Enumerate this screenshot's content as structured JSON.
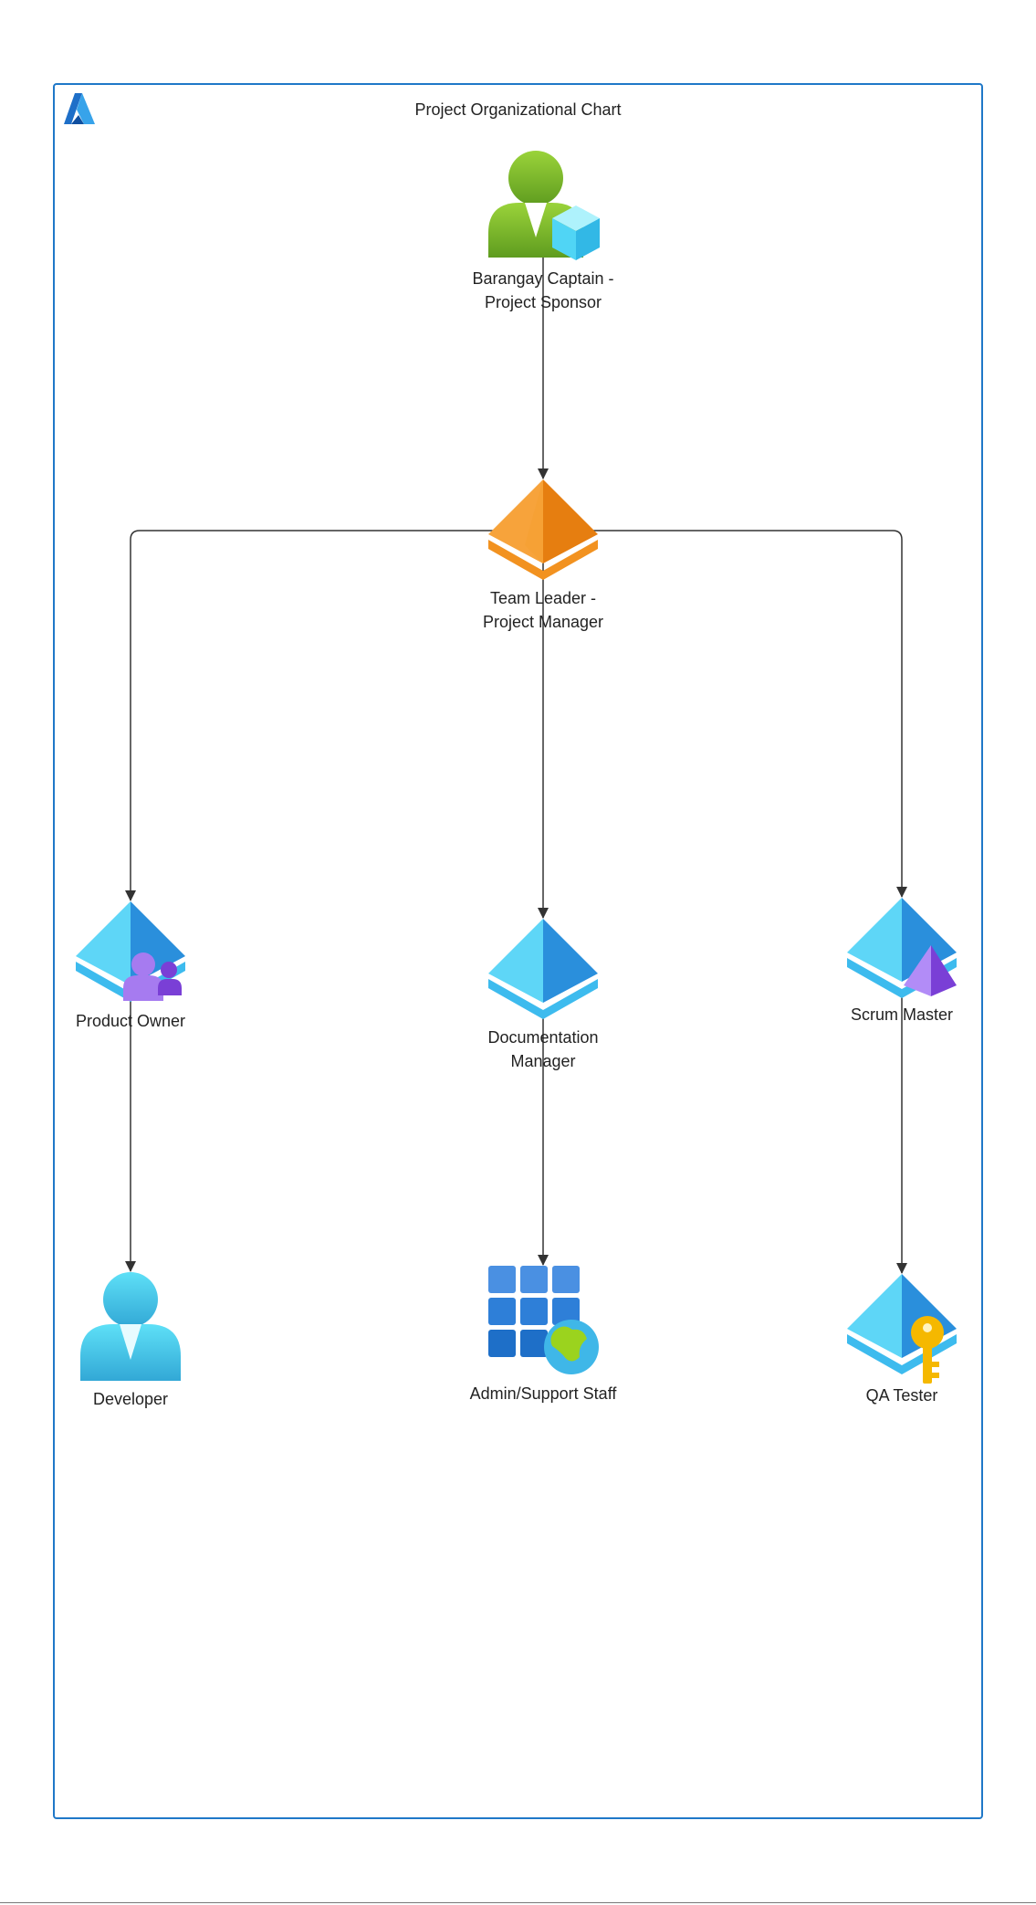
{
  "diagram": {
    "title": "Project Organizational Chart",
    "logo_icon": "azure-logo-icon",
    "nodes": {
      "sponsor": {
        "label_line1": "Barangay Captain -",
        "label_line2": "Project Sponsor",
        "icon": "user-with-cube-icon"
      },
      "manager": {
        "label_line1": "Team Leader -",
        "label_line2": "Project Manager",
        "icon": "orange-pyramid-icon"
      },
      "product_owner": {
        "label": "Product Owner",
        "icon": "pyramid-with-users-icon"
      },
      "documentation": {
        "label_line1": "Documentation",
        "label_line2": "Manager",
        "icon": "blue-pyramid-icon"
      },
      "scrum_master": {
        "label": "Scrum Master",
        "icon": "pyramid-with-purple-pyramid-icon"
      },
      "developer": {
        "label": "Developer",
        "icon": "user-icon"
      },
      "admin": {
        "label": "Admin/Support Staff",
        "icon": "grid-with-globe-icon"
      },
      "qa": {
        "label": "QA Tester",
        "icon": "pyramid-with-key-icon"
      }
    },
    "edges": [
      [
        "sponsor",
        "manager"
      ],
      [
        "manager",
        "product_owner"
      ],
      [
        "manager",
        "documentation"
      ],
      [
        "manager",
        "scrum_master"
      ],
      [
        "product_owner",
        "developer"
      ],
      [
        "documentation",
        "admin"
      ],
      [
        "scrum_master",
        "qa"
      ]
    ],
    "colors": {
      "frame": "#1f78c8",
      "edge": "#333333",
      "user_green": "#7cbf2b",
      "azure_blue": "#2a8fdc",
      "azure_light": "#5ed3f5",
      "orange": "#f28b1a",
      "purple": "#8a4fd8",
      "key_yellow": "#f5b800"
    }
  }
}
